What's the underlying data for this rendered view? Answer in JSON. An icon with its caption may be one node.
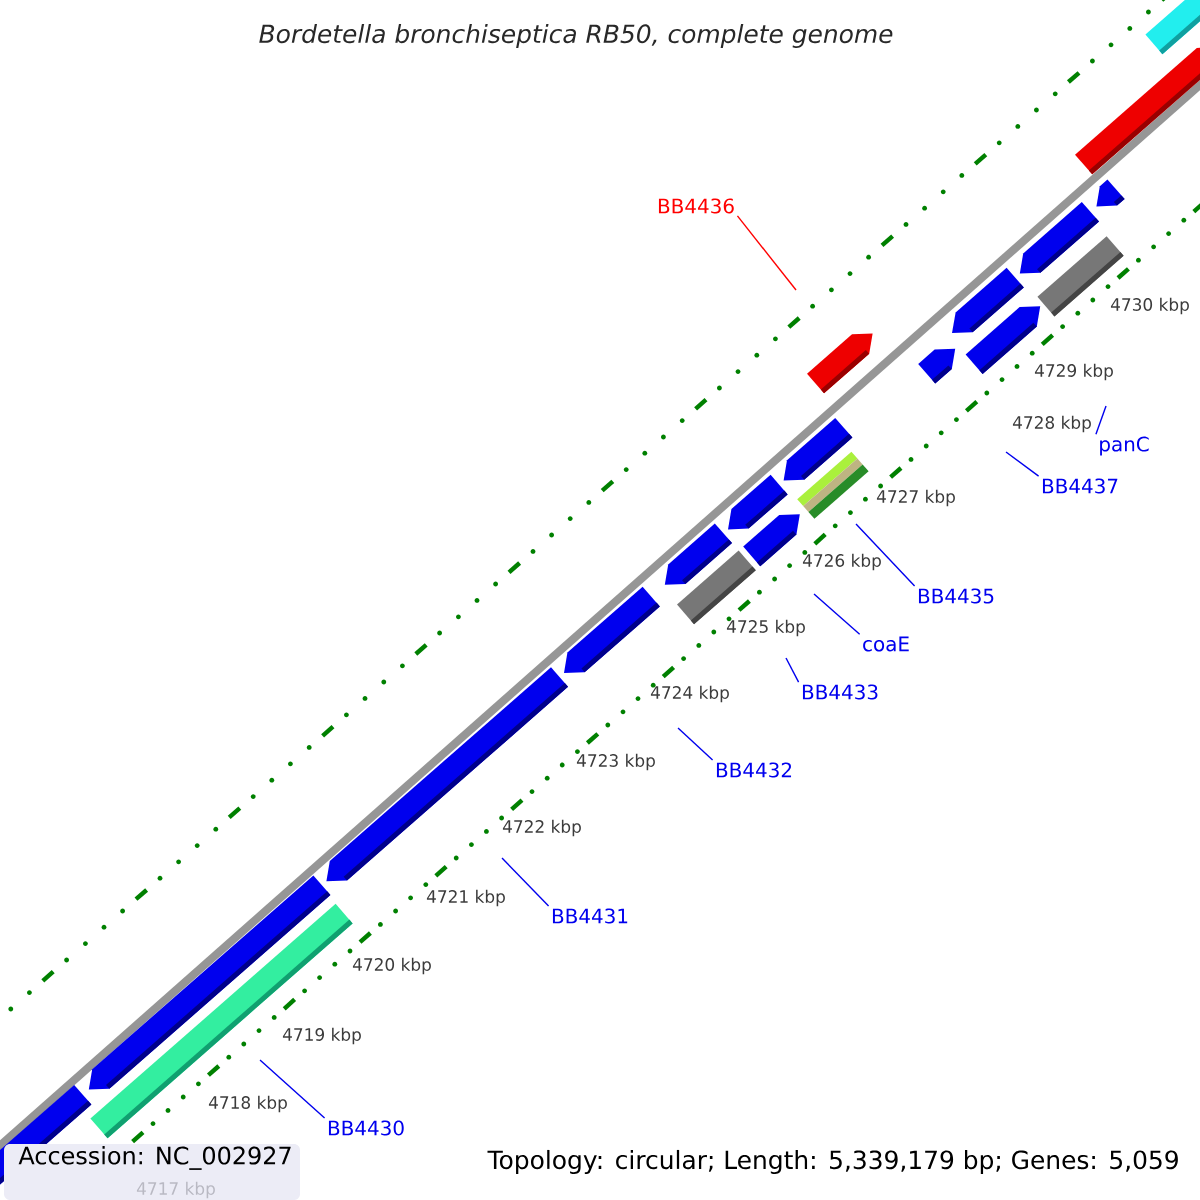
{
  "diagram": {
    "title": "Bordetella bronchiseptica RB50, complete genome",
    "nodes": [
      {
        "text": [
          "BB4436"
        ]
      },
      {
        "text": [
          "panC"
        ]
      },
      {
        "text": [
          "BB4437"
        ]
      },
      {
        "text": [
          "BB4435"
        ]
      },
      {
        "text": [
          "coaE"
        ]
      },
      {
        "text": [
          "BB4433"
        ]
      },
      {
        "text": [
          "BB4432"
        ]
      },
      {
        "text": [
          "BB4431"
        ]
      },
      {
        "text": [
          "BB4430"
        ]
      }
    ],
    "edges": [
      {
        "from": 0,
        "to": null,
        "arrow": "none",
        "color": "#ff0000"
      },
      {
        "from": 1,
        "to": null,
        "arrow": "none"
      },
      {
        "from": 2,
        "to": null,
        "arrow": "none"
      },
      {
        "from": 3,
        "to": null,
        "arrow": "none"
      },
      {
        "from": 4,
        "to": null,
        "arrow": "none"
      },
      {
        "from": 5,
        "to": null,
        "arrow": "none"
      },
      {
        "from": 6,
        "to": null,
        "arrow": "none"
      },
      {
        "from": 7,
        "to": null,
        "arrow": "none"
      },
      {
        "from": 8,
        "to": null,
        "arrow": "none"
      }
    ],
    "labels": [
      "4730 kbp",
      "4729 kbp",
      "4728 kbp",
      "4727 kbp",
      "4726 kbp",
      "4725 kbp",
      "4724 kbp",
      "4723 kbp",
      "4722 kbp",
      "4721 kbp",
      "4720 kbp",
      "4719 kbp",
      "4718 kbp",
      "4717 kbp",
      "Accession: NC_002927",
      "Topology: circular; Length: 5,339,179 bp; Genes: 5,059"
    ]
  }
}
